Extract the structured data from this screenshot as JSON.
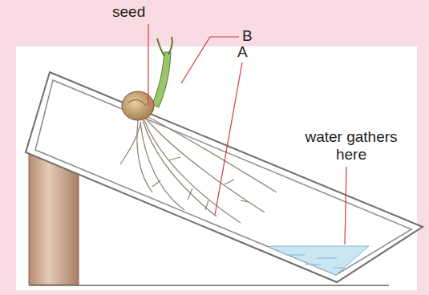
{
  "diagram": {
    "labels": [
      "seed",
      "B",
      "A",
      "water gathers here"
    ]
  }
}
